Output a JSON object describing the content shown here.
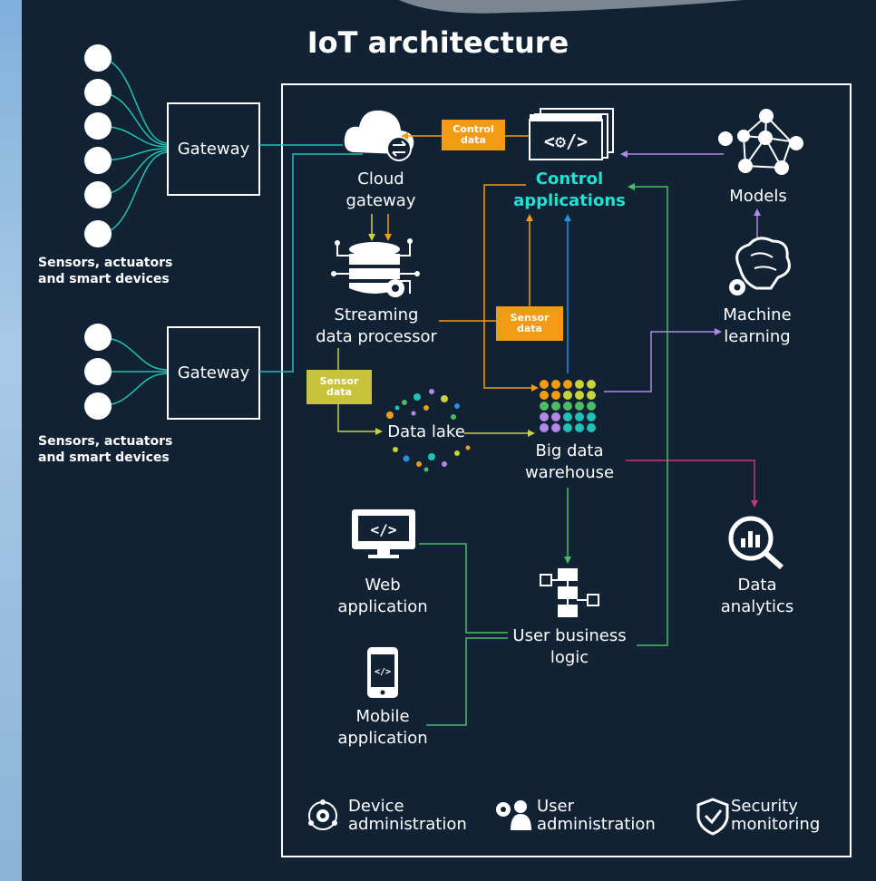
{
  "title": "IoT architecture",
  "colors": {
    "background": "#102233",
    "teal": "#1fc2b5",
    "orange": "#f39b14",
    "green": "#4dbb66",
    "blue": "#2b8fe0",
    "purple": "#b08be6",
    "lime": "#c8d23a",
    "magenta": "#c03a7a",
    "cyan_text": "#22e0d2"
  },
  "devices": {
    "top_group_label_line1": "Sensors, actuators",
    "top_group_label_line2": "and smart devices",
    "bottom_group_label_line1": "Sensors, actuators",
    "bottom_group_label_line2": "and smart devices"
  },
  "gateways": {
    "top": "Gateway",
    "bottom": "Gateway"
  },
  "nodes": {
    "cloud_gateway_line1": "Cloud",
    "cloud_gateway_line2": "gateway",
    "streaming_line1": "Streaming",
    "streaming_line2": "data processor",
    "data_lake": "Data lake",
    "warehouse_line1": "Big data",
    "warehouse_line2": "warehouse",
    "control_apps_line1": "Control",
    "control_apps_line2": "applications",
    "models": "Models",
    "ml_line1": "Machine",
    "ml_line2": "learning",
    "analytics_line1": "Data",
    "analytics_line2": "analytics",
    "web_line1": "Web",
    "web_line2": "application",
    "mobile_line1": "Mobile",
    "mobile_line2": "application",
    "ubl_line1": "User business",
    "ubl_line2": "logic"
  },
  "tags": {
    "control_data_line1": "Control",
    "control_data_line2": "data",
    "sensor_data_orange_line1": "Sensor",
    "sensor_data_orange_line2": "data",
    "sensor_data_lime_line1": "Sensor",
    "sensor_data_lime_line2": "data"
  },
  "footer": {
    "device_admin_line1": "Device",
    "device_admin_line2": "administration",
    "user_admin_line1": "User",
    "user_admin_line2": "administration",
    "security_line1": "Security",
    "security_line2": "monitoring"
  },
  "icons": {
    "cloud": "cloud-sync-icon",
    "control_apps": "code-window-icon",
    "models": "network-model-icon",
    "ml": "brain-gear-icon",
    "streaming": "database-gear-icon",
    "data_lake": "dot-cloud-icon",
    "warehouse": "dot-grid-icon",
    "analytics": "magnifier-chart-icon",
    "web": "monitor-code-icon",
    "mobile": "phone-code-icon",
    "ubl": "flowchart-icon",
    "device_admin": "device-gear-icon",
    "user_admin": "users-gear-icon",
    "security": "shield-check-icon"
  }
}
